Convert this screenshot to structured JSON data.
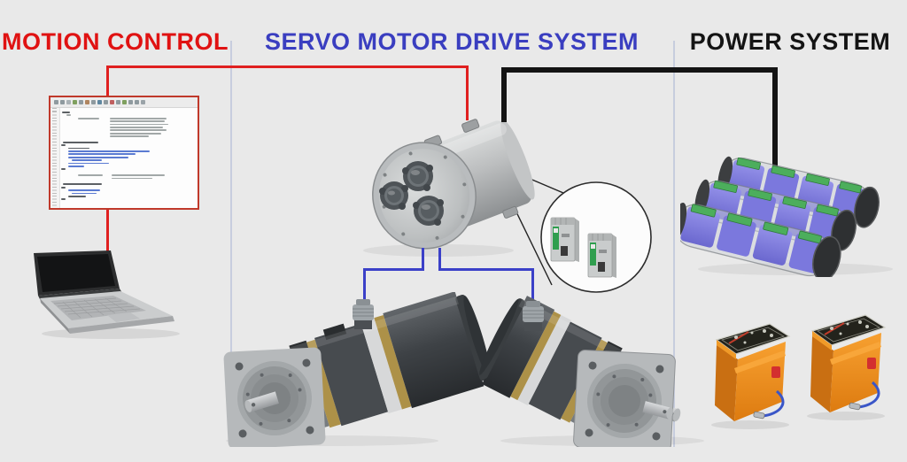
{
  "sections": [
    {
      "title": "MOTION CONTROL"
    },
    {
      "title": "SERVO MOTOR DRIVE SYSTEM"
    },
    {
      "title": "POWER SYSTEM"
    }
  ],
  "colors": {
    "background": "#e9e9e9",
    "divider": "#c7cdde",
    "motion_red": "#e01212",
    "servo_blue": "#3a3ec0",
    "power_black": "#141414",
    "wire_red": "#e02020",
    "wire_black": "#141414",
    "wire_blue": "#3b40c8",
    "code_border_red": "#c0392b",
    "battery_purple": "#7b78dd",
    "pcb_green": "#4cae5c",
    "drive_green": "#2f9e4e",
    "box_orange": "#ef8c1e",
    "motor_gold": "#ad9148"
  },
  "code_window": {
    "toolbar_icons": [
      "#8f9a9f",
      "#8f9a9f",
      "#aab2b6",
      "#7fa05f",
      "#8f9a9f",
      "#b0855f",
      "#8f9a9f",
      "#5f87a0",
      "#8f9a9f",
      "#c05f5f",
      "#8f9a9f",
      "#7fa05f",
      "#8f9a9f",
      "#8f9a9f",
      "#9aa3a8"
    ],
    "code_colors": {
      "g": "#a2a8a8",
      "b": "#5b7bd2",
      "k": "#5c6064"
    },
    "rows": [
      [
        [
          2,
          9,
          "k"
        ]
      ],
      [
        [
          7,
          5,
          "g"
        ]
      ],
      [
        [
          20,
          24,
          "g"
        ],
        [
          56,
          64,
          "g"
        ]
      ],
      [
        [
          56,
          62,
          "g"
        ]
      ],
      [
        [
          56,
          66,
          "g"
        ]
      ],
      [
        [
          56,
          60,
          "g"
        ]
      ],
      [
        [
          56,
          64,
          "g"
        ]
      ],
      [
        [
          56,
          58,
          "g"
        ]
      ],
      [
        [
          56,
          44,
          "g"
        ]
      ],
      [],
      [
        [
          3,
          40,
          "k"
        ]
      ],
      [
        [
          1,
          5,
          "k"
        ]
      ],
      [
        [
          9,
          24,
          "k"
        ]
      ],
      [
        [
          9,
          92,
          "b"
        ]
      ],
      [
        [
          9,
          76,
          "b"
        ]
      ],
      [
        [
          9,
          68,
          "b"
        ]
      ],
      [
        [
          13,
          34,
          "b"
        ]
      ],
      [
        [
          9,
          46,
          "b"
        ]
      ],
      [
        [
          9,
          18,
          "b"
        ]
      ],
      [
        [
          1,
          5,
          "k"
        ]
      ],
      [],
      [
        [
          20,
          28,
          "g"
        ],
        [
          58,
          60,
          "g"
        ]
      ],
      [
        [
          58,
          46,
          "g"
        ]
      ],
      [],
      [
        [
          3,
          44,
          "k"
        ]
      ],
      [
        [
          1,
          5,
          "k"
        ]
      ],
      [
        [
          9,
          36,
          "b"
        ]
      ],
      [
        [
          13,
          28,
          "b"
        ]
      ],
      [
        [
          9,
          20,
          "k"
        ]
      ],
      [
        [
          1,
          5,
          "k"
        ]
      ]
    ]
  }
}
